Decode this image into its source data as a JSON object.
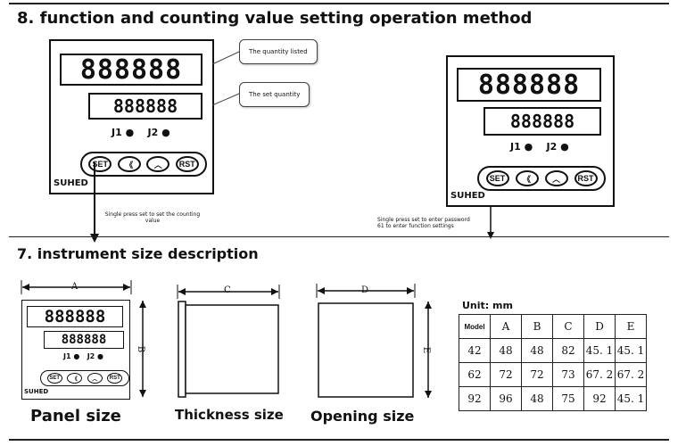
{
  "section8": {
    "title": "8. function and counting value setting operation method",
    "callout_quantity": "The quantity listed",
    "callout_set": "The set quantity",
    "note_left": "Single press set to set the counting value",
    "note_right_line1": "Single press set to enter password",
    "note_right_line2": "61 to enter function settings"
  },
  "meter": {
    "main_display": "888888",
    "sub_display": "888888",
    "j1": "J1",
    "j2": "J2",
    "btn_set": "SET",
    "btn_shift": "《",
    "btn_up": "︿",
    "btn_rst": "RST",
    "brand": "SUHED"
  },
  "section7": {
    "title": "7. instrument size description",
    "dim_a": "A",
    "dim_b": "B",
    "dim_c": "C",
    "dim_d": "D",
    "dim_e": "E",
    "cap_panel": "Panel size",
    "cap_thickness": "Thickness size",
    "cap_opening": "Opening size",
    "unit": "Unit: mm"
  },
  "table": {
    "headers": [
      "Model",
      "A",
      "B",
      "C",
      "D",
      "E"
    ],
    "rows": [
      [
        "42",
        "48",
        "48",
        "82",
        "45. 1",
        "45. 1"
      ],
      [
        "62",
        "72",
        "72",
        "73",
        "67. 2",
        "67. 2"
      ],
      [
        "92",
        "96",
        "48",
        "75",
        "92",
        "45. 1"
      ]
    ]
  }
}
